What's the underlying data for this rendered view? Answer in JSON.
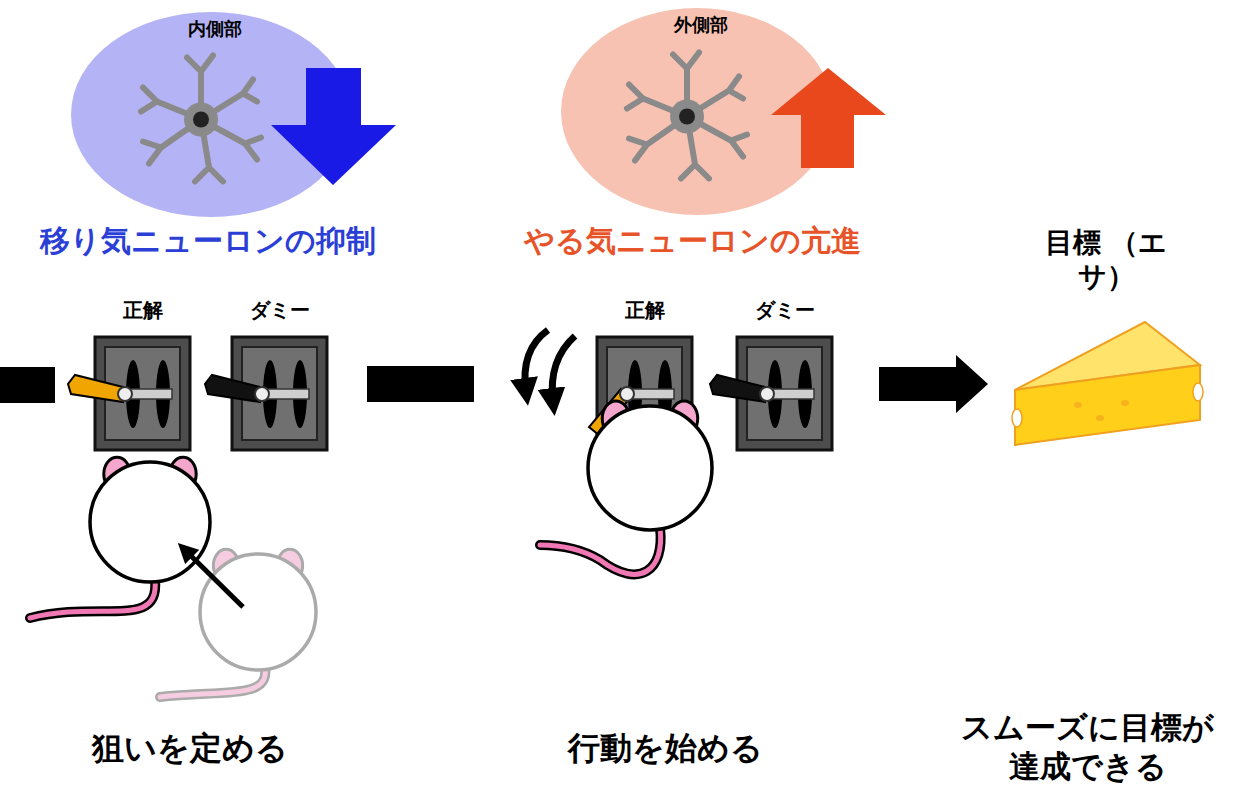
{
  "diagram": {
    "nodes": [
      {
        "text": [
          "内側部"
        ]
      },
      {
        "text": [
          "外側部"
        ]
      },
      {
        "text": [
          "正解"
        ]
      },
      {
        "text": [
          "ダミー"
        ]
      },
      {
        "text": [
          "正解"
        ]
      },
      {
        "text": [
          "ダミー"
        ]
      },
      {
        "text": [
          "目標 （エサ）"
        ]
      }
    ],
    "edges": [
      {
        "from": 3,
        "to": 4,
        "arrow": "none"
      },
      {
        "from": 5,
        "to": 6,
        "arrow": "to"
      }
    ],
    "labels": [
      "移り気ニューロンの抑制",
      "やる気ニューロンの亢進",
      "狙いを定める",
      "行動を始める",
      "スムーズに目標が達成できる"
    ]
  }
}
